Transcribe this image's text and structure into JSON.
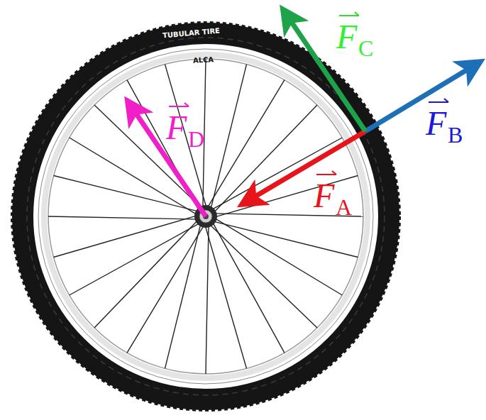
{
  "diagram": {
    "labels": [
      "F",
      "C",
      "F",
      "D",
      "F",
      "B",
      "F",
      "A",
      "TUBULAR TIRE",
      "ALCA"
    ]
  }
}
